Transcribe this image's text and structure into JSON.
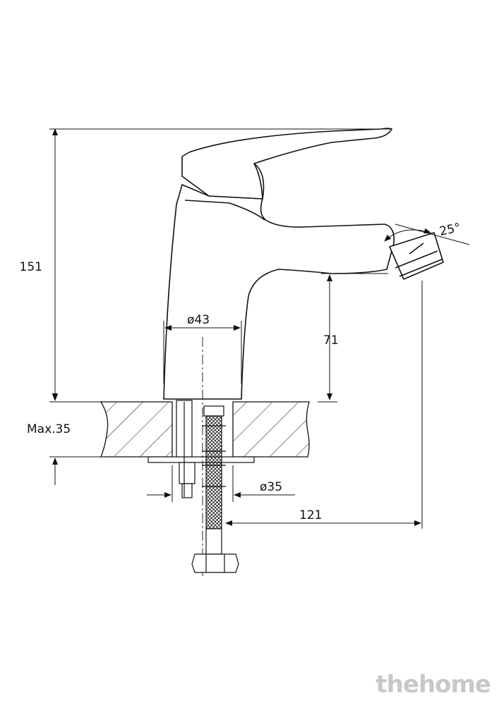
{
  "drawing": {
    "dims": {
      "height_total": "151",
      "spout_height": "71",
      "body_diameter": "ø43",
      "base_diameter": "ø35",
      "reach": "121",
      "max_thickness": "Max.35",
      "aerator_angle": "25°"
    }
  },
  "watermark": "thehome",
  "colors": {
    "line": "#111111",
    "watermark": "#c8c8c8"
  }
}
